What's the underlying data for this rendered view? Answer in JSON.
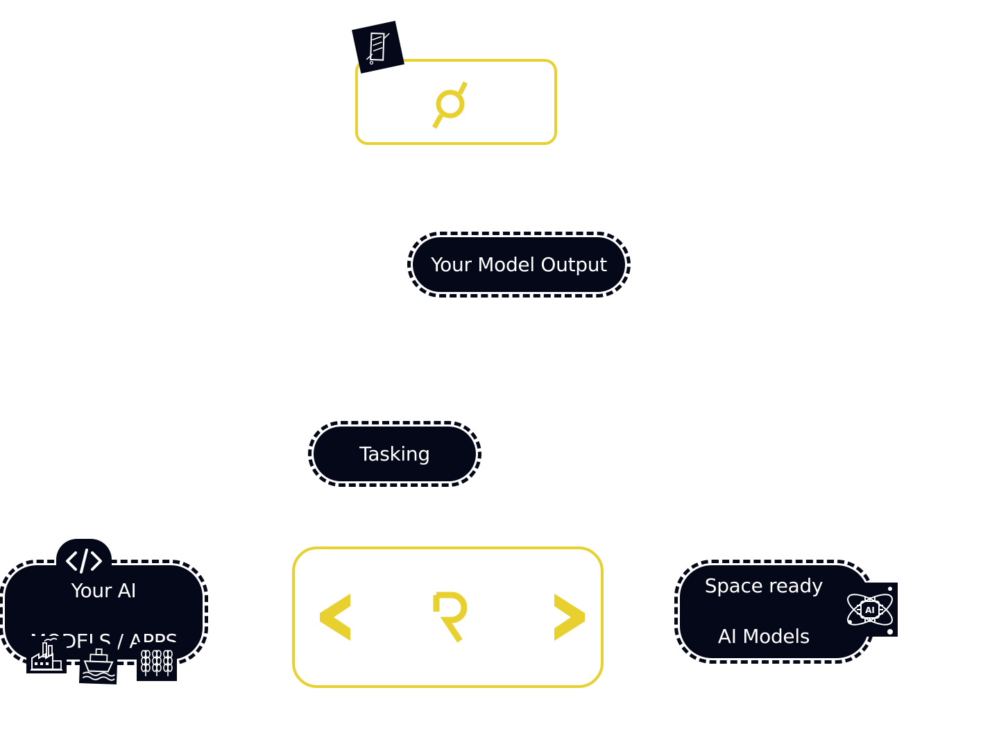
{
  "nodes": {
    "model_output": {
      "label": "Your Model Output"
    },
    "tasking": {
      "label": "Tasking"
    },
    "your_ai": {
      "label_line1": "Your AI",
      "label_line2": "MODELS / APPS"
    },
    "space_ready": {
      "label_line1": "Space ready",
      "label_line2": "AI Models"
    },
    "ai_badge": {
      "label": "AI"
    }
  },
  "icons": {
    "satellite_box": "satellite-logo-icon",
    "satellite_tile": "satellite-panel-icon",
    "code": "code-brackets-icon",
    "factory": "factory-icon",
    "ship": "ship-icon",
    "crops": "wheat-crops-icon",
    "ai_atom": "ai-atom-chip-icon",
    "left_chevron": "chevron-left-icon",
    "right_chevron": "chevron-right-icon",
    "r_logo": "r-logo-icon"
  },
  "colors": {
    "navy": "#050818",
    "yellow": "#e8d02f",
    "white": "#ffffff"
  }
}
